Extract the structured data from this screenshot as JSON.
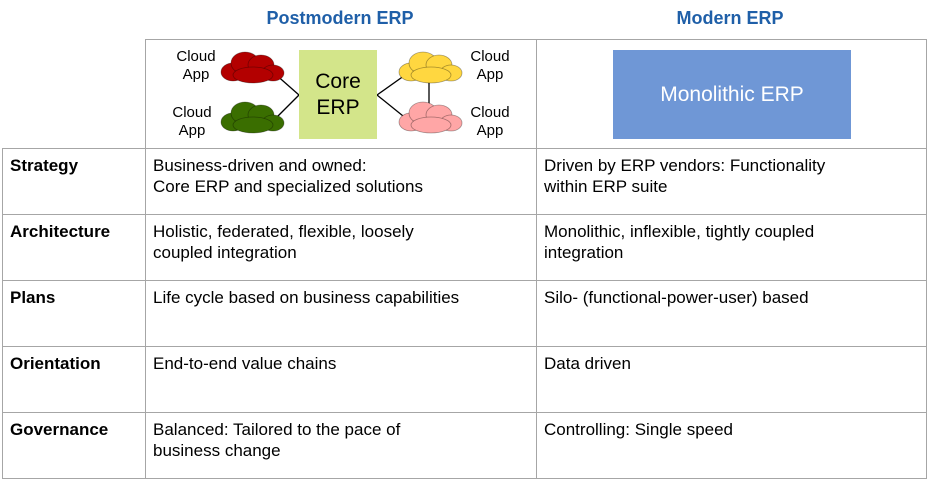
{
  "headers": {
    "postmodern": "Postmodern ERP",
    "modern": "Modern ERP"
  },
  "diagram": {
    "cloud_label_line1": "Cloud",
    "cloud_label_line2": "App",
    "core_line1": "Core",
    "core_line2": "ERP",
    "monolithic": "Monolithic ERP",
    "cloud_colors": {
      "top_left": "#b30000",
      "bottom_left": "#3a6e00",
      "top_right": "#ffd740",
      "bottom_right": "#ffa6a6"
    },
    "core_color": "#d3e58a",
    "monolithic_color": "#6f97d6"
  },
  "rows": [
    {
      "label": "Strategy",
      "post": [
        "Business-driven and owned:",
        "Core ERP and specialized solutions"
      ],
      "modern": [
        "Driven by ERP vendors: Functionality",
        "within ERP suite"
      ]
    },
    {
      "label": "Architecture",
      "post": [
        "Holistic, federated, flexible, loosely",
        "coupled integration"
      ],
      "modern": [
        "Monolithic, inflexible, tightly coupled",
        "integration"
      ]
    },
    {
      "label": "Plans",
      "post": [
        "Life cycle based on business capabilities"
      ],
      "modern": [
        "Silo- (functional-power-user) based"
      ]
    },
    {
      "label": "Orientation",
      "post": [
        "End-to-end value chains"
      ],
      "modern": [
        "Data driven"
      ]
    },
    {
      "label": "Governance",
      "post": [
        "Balanced: Tailored to the pace of",
        "business change"
      ],
      "modern": [
        "Controlling: Single speed"
      ]
    }
  ]
}
